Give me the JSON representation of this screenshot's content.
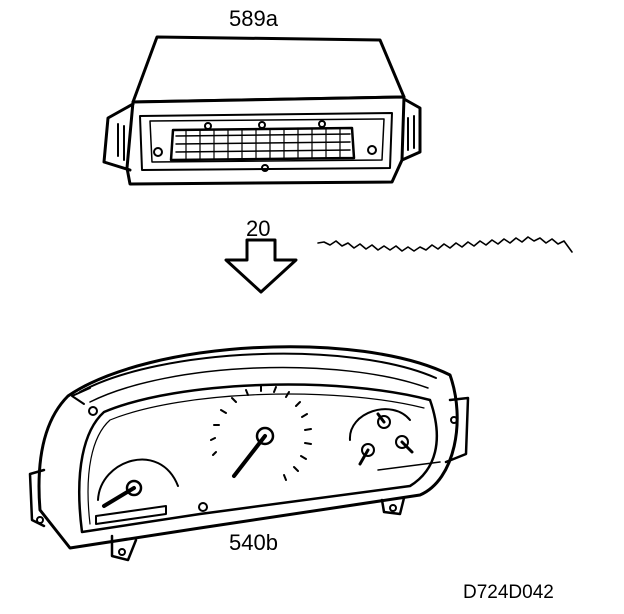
{
  "labels": {
    "ecu": "589a",
    "signal": "20",
    "cluster": "540b",
    "figure_ref": "D724D042"
  },
  "colors": {
    "ink": "#000000",
    "background": "#ffffff"
  },
  "icons": {
    "ecu": "control-module-icon",
    "arrow": "down-arrow-icon",
    "signal": "noisy-signal-icon",
    "cluster": "instrument-cluster-icon"
  }
}
